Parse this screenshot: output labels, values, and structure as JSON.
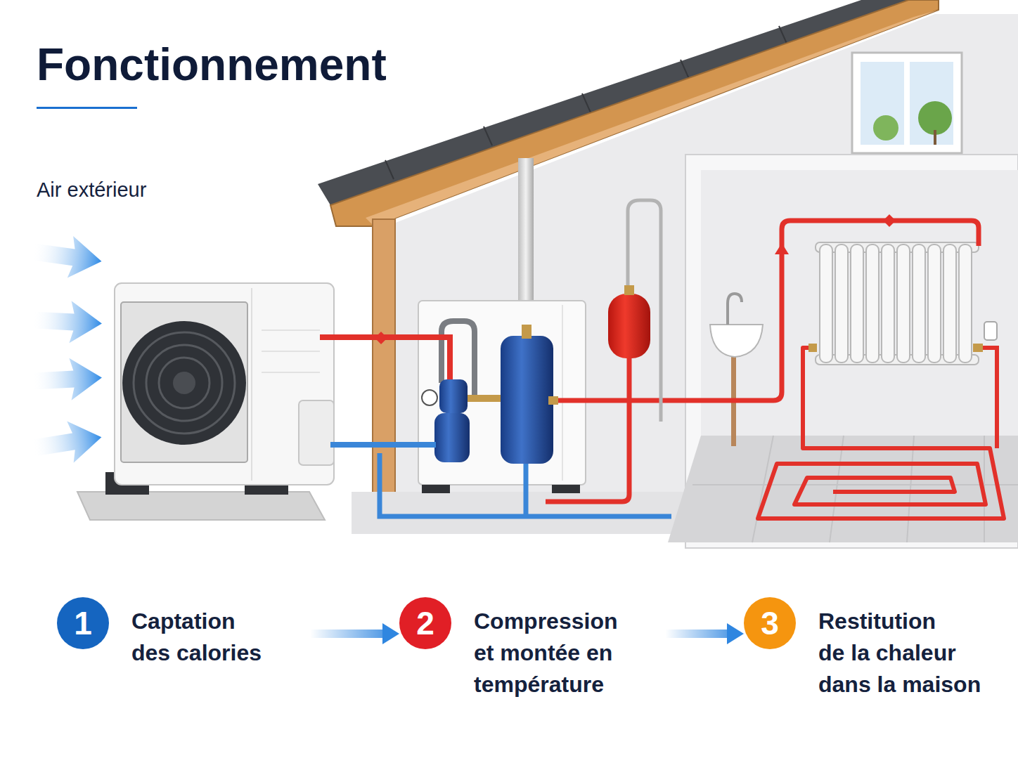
{
  "diagram": {
    "title": "Fonctionnement",
    "nodes": [
      {
        "text": [
          "1",
          "Captation des calories"
        ]
      },
      {
        "text": [
          "2",
          "Compression et montée en température"
        ]
      },
      {
        "text": [
          "3",
          "Restitution de la chaleur dans la maison"
        ]
      }
    ],
    "edges": [
      {
        "from": 0,
        "to": 1,
        "arrow": "to"
      },
      {
        "from": 1,
        "to": 2,
        "arrow": "to"
      }
    ],
    "labels": [
      "Air extérieur"
    ]
  }
}
